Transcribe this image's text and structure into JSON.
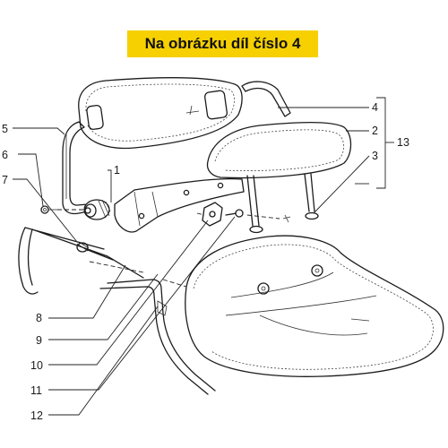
{
  "banner": {
    "text": "Na obrázku díl číslo 4",
    "color": "#f6d001"
  },
  "callouts": {
    "c1": "1",
    "c2": "2",
    "c3": "3",
    "c4": "4",
    "c5": "5",
    "c6": "6",
    "c7": "7",
    "c8": "8",
    "c9": "9",
    "c10": "10",
    "c11": "11",
    "c12": "12",
    "c13": "13"
  }
}
